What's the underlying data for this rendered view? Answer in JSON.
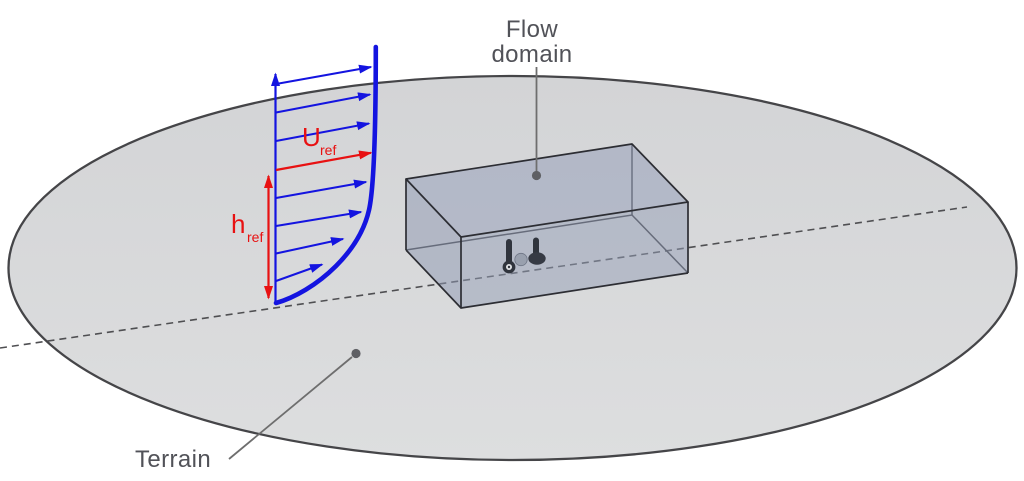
{
  "figure": {
    "annotations": {
      "flow_domain": {
        "line1": "Flow",
        "line2": "domain"
      },
      "terrain": {
        "label": "Terrain"
      },
      "u_ref": {
        "symbol": "U",
        "subscript": "ref"
      },
      "h_ref": {
        "symbol": "h",
        "subscript": "ref"
      }
    },
    "colors": {
      "background": "#ffffff",
      "terrain_fill_top": "#d3d4d6",
      "terrain_fill_bottom": "#dddedf",
      "terrain_outline": "#454548",
      "centerline_dash": "#4f4f52",
      "box_face": "#97a1ba",
      "box_edge": "#2c2d33",
      "profile_blue": "#1414e0",
      "dimension_red": "#e81112",
      "label_text": "#515258",
      "leader_line": "#6e6e6e"
    }
  }
}
